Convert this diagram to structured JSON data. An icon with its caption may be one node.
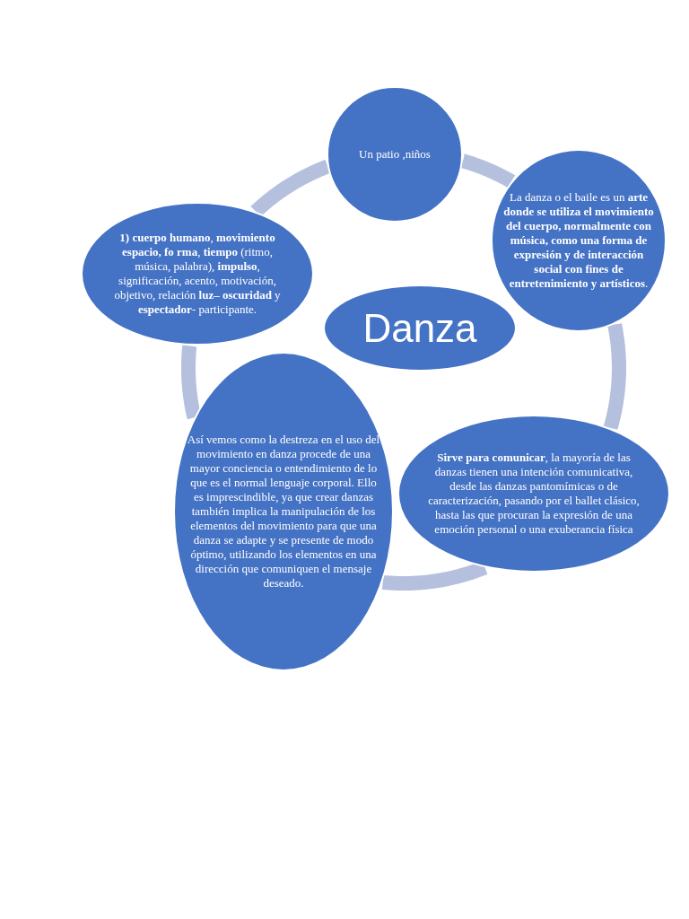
{
  "diagram": {
    "nodes": [
      {
        "text": [
          "Danza"
        ]
      },
      {
        "text": [
          "Un patio ,niños"
        ]
      },
      {
        "text": [
          "La danza o el baile es un **arte donde se utiliza el movimiento del cuerpo, normalmente con música, como una forma de expresión y de interacción social con fines de entretenimiento y artísticos**."
        ]
      },
      {
        "text": [
          "**Sirve para comunicar**, la mayoría de las danzas tienen una intención comunicativa, desde las danzas pantomímicas o de caracterización, pasando por el ballet clásico, hasta las que procuran la expresión de una emoción personal o una exuberancia física"
        ]
      },
      {
        "text": [
          "Así vemos como la destreza en el uso del movimiento en danza procede de una mayor conciencia o entendimiento de lo que es el normal lenguaje corporal. Ello es imprescindible, ya que crear danzas también implica la manipulación de los elementos del movimiento para que una danza se adapte y se presente de modo óptimo, utilizando los elementos en una dirección que comuniquen el mensaje deseado."
        ]
      },
      {
        "text": [
          "**1) cuerpo humano**, **movimiento espacio, fo rma**, **tiempo** (ritmo, música, palabra), **impulso**, significación, acento, motivación, objetivo, relación **luz– oscuridad** y **espectador**- participante."
        ]
      }
    ],
    "edges": [
      {
        "from": 1,
        "to": 2,
        "arrow": "none"
      },
      {
        "from": 2,
        "to": 3,
        "arrow": "none"
      },
      {
        "from": 3,
        "to": 4,
        "arrow": "none"
      },
      {
        "from": 4,
        "to": 5,
        "arrow": "none"
      },
      {
        "from": 5,
        "to": 1,
        "arrow": "none"
      }
    ]
  }
}
